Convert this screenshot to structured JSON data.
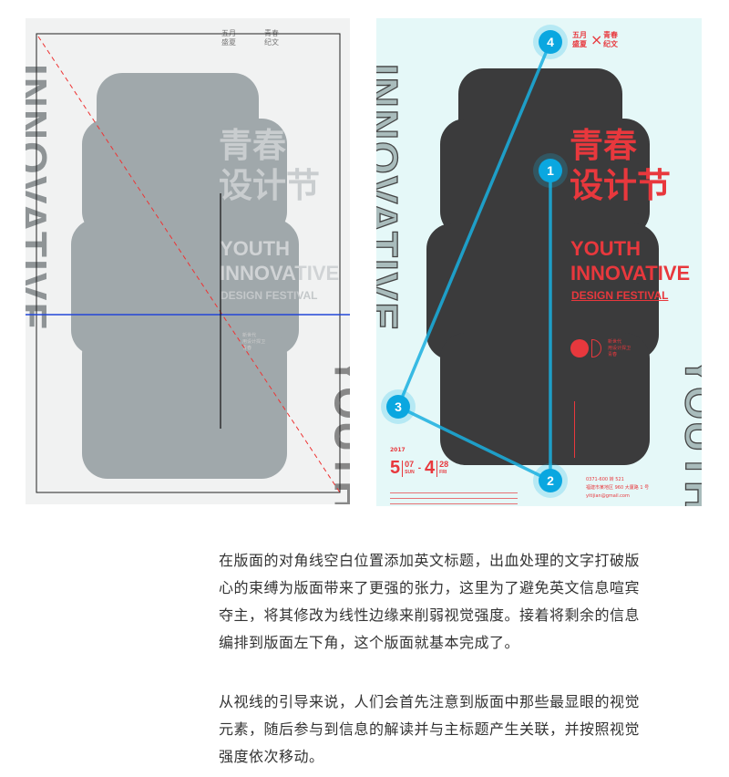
{
  "poster_left": {
    "vertical_title": "INNOVATIVE",
    "vertical_title_2": "YOUTH",
    "cn_title_1": "青春",
    "cn_title_2": "设计节",
    "en_title_1": "YOUTH",
    "en_title_2": "INNOVATIVE",
    "en_subtitle": "DESIGN FESTIVAL",
    "header_a": "五月\n盛夏",
    "header_b": "青春\n纪文",
    "tagline": "新世代\n用设计捍卫\n青春"
  },
  "poster_right": {
    "vertical_title": "INNOVATIVE",
    "vertical_title_2": "YOUTH",
    "header_a": "五月\n盛夏",
    "header_x": "×",
    "header_b": "青春\n纪文",
    "cn_title_1": "青春",
    "cn_title_2": "设计节",
    "en_title_1": "YOUTH",
    "en_title_2": "INNOVATIVE",
    "en_subtitle": "DESIGN FESTIVAL",
    "tagline": "新世代\n用设计捍卫\n青春",
    "year": "2017",
    "date_start_month": "5",
    "date_start_day": "07",
    "date_start_weekday": "SUN",
    "date_sep": "-",
    "date_end_month": "4",
    "date_end_day": "28",
    "date_end_weekday": "FRI",
    "contact_phone": "0371-600 转 521",
    "contact_address": "福建市某地区 960 大厦路 1 号",
    "contact_email": "yitijian@gmail.com",
    "markers": [
      "1",
      "2",
      "3",
      "4"
    ]
  },
  "colors": {
    "accent_red": "#e8383d",
    "marker_blue": "#0aa7e0",
    "poster_dark": "#3b3b3c"
  },
  "article": {
    "paragraph_1": "在版面的对角线空白位置添加英文标题，出血处理的文字打破版心的束缚为版面带来了更强的张力，这里为了避免英文信息喧宾夺主，将其修改为线性边缘来削弱视觉强度。接着将剩余的信息编排到版面左下角，这个版面就基本完成了。",
    "paragraph_2": "从视线的引导来说，人们会首先注意到版面中那些最显眼的视觉元素，随后参与到信息的解读并与主标题产生关联，并按照视觉强度依次移动。"
  }
}
